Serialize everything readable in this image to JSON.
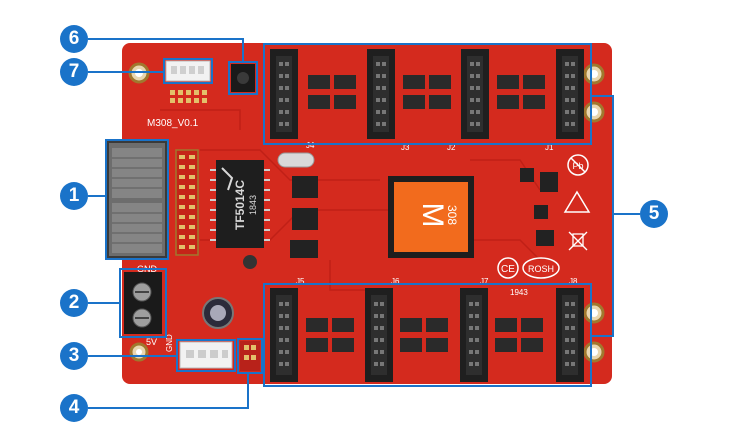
{
  "board": {
    "model_label": "M308_V0.1",
    "chip_brand": "M",
    "chip_model": "308",
    "transformer_line1": "TF5014C",
    "transformer_line2": "1843",
    "ce_mark": "CE",
    "rohs_mark": "ROSH",
    "pb_mark": "Pb",
    "gnd_label": "GND",
    "five_v_label": "5V",
    "gnd_label_bottom": "GND",
    "top_connectors": [
      "J4",
      "J3",
      "J2",
      "J1"
    ],
    "bottom_connectors": [
      "J5",
      "J6",
      "J7",
      "J8"
    ],
    "bottom_code": "1943"
  },
  "callouts": [
    "1",
    "2",
    "3",
    "4",
    "5",
    "6",
    "7"
  ],
  "colors": {
    "pcb": "#d42a1e",
    "callout": "#1a73c9",
    "chip": "#f26b1d",
    "connector": "#1f1f1f"
  }
}
